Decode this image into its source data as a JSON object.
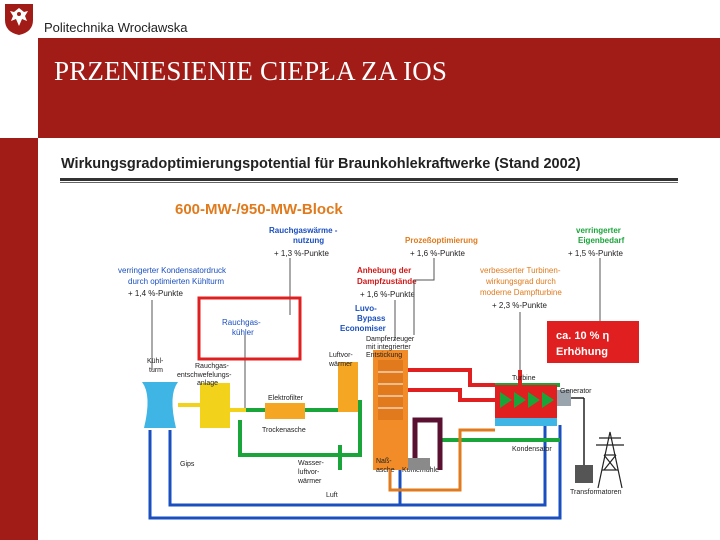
{
  "header": {
    "university": "Politechnika Wrocławska",
    "logo_icon": "eagle-shield-icon",
    "slide_title": "PRZENIESIENIE CIEPŁA ZA IOS"
  },
  "colors": {
    "brand_red": "#a21c17",
    "accent_blue": "#1a4fbf",
    "accent_orange": "#e07a1c",
    "highlight_red": "#e02020",
    "pipe_green": "#1aa53a",
    "pipe_yellow": "#f2d21a"
  },
  "diagram": {
    "title": "Wirkungsgradoptimierungspotential für Braunkohlekraftwerke (Stand 2002)",
    "block": "600-MW-/950-MW-Block",
    "labels": {
      "kuehlturm_1": "verringerter  Kondensatordruck",
      "kuehlturm_2": "durch optimierten Kühlturm",
      "kuehlturm_3": "+ 1,4 %-Punkte",
      "rauchgaswaerme_1": "Rauchgaswärme -",
      "rauchgaswaerme_2": "nutzung",
      "rauchgaswaerme_3": "+ 1,3 %-Punkte",
      "prozess_1": "Prozeßoptimierung",
      "prozess_2": "+ 1,6 %-Punkte",
      "eigen_1": "verringerter",
      "eigen_2": "Eigenbedarf",
      "eigen_3": "+ 1,5 %-Punkte",
      "anhebung_1": "Anhebung der",
      "anhebung_2": "Dampfzustände",
      "anhebung_3": "+ 1,6 %-Punkte",
      "turbine_1": "verbesserter Turbinen-",
      "turbine_2": "wirkungsgrad  durch",
      "turbine_3": "moderne Dampfturbine",
      "turbine_4": "+ 2,3 %-Punkte",
      "luvo_1": "Luvo-",
      "luvo_2": "Bypass",
      "luvo_3": "Economiser",
      "rauchgaskuehler_1": "Rauchgas-",
      "rauchgaskuehler_2": "kühler",
      "dampferzeuger_1": "Dampferzeuger",
      "dampferzeuger_2": "mit integrierter",
      "dampferzeuger_3": "Entstickung",
      "result_1": "ca. 10 % η",
      "result_2": "Erhöhung",
      "kuehlturm_name_1": "Kühl-",
      "kuehlturm_name_2": "turm",
      "rea_1": "Rauchgas-",
      "rea_2": "entschwefelungs-",
      "rea_3": "anlage",
      "luftvorwaermer_1": "Luftvor-",
      "luftvorwaermer_2": "wärmer",
      "elektrofilter": "Elektrofilter",
      "trockenasche": "Trockenasche",
      "gips": "Gips",
      "wasser_1": "Wasser-",
      "wasser_2": "luftvor-",
      "wasser_3": "wärmer",
      "luft": "Luft",
      "nassasche_1": "Naß-",
      "nassasche_2": "asche",
      "kohlemuehle": "Kohlemühle",
      "turbine": "Turbine",
      "generator": "Generator",
      "kondensator": "Kondensator",
      "transformatoren": "Transformatoren"
    }
  }
}
